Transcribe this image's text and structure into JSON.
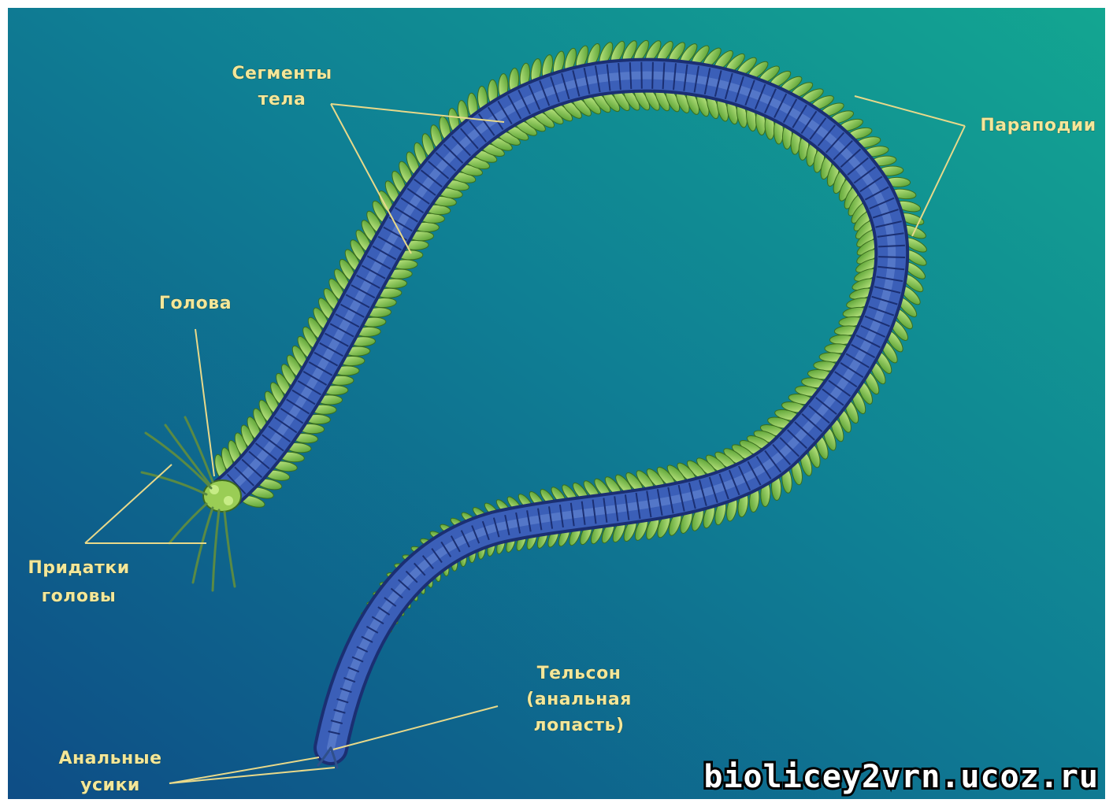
{
  "diagram": {
    "labels": {
      "segments": [
        "Сегменты",
        "тела"
      ],
      "parapodia": [
        "Параподии"
      ],
      "head": [
        "Голова"
      ],
      "head_appendages": [
        "Придатки",
        "головы"
      ],
      "telson": [
        "Тельсон",
        "(анальная",
        "лопасть)"
      ],
      "anal_cirri": [
        "Анальные",
        "усики"
      ]
    },
    "watermark": "biolicey2vrn.ucoz.ru"
  },
  "colors": {
    "background_dark": "#0f4f86",
    "background_light": "#11a08f",
    "body": "#2d4fa6",
    "parapodia": "#8fcf4a",
    "label": "#f3e79a"
  }
}
